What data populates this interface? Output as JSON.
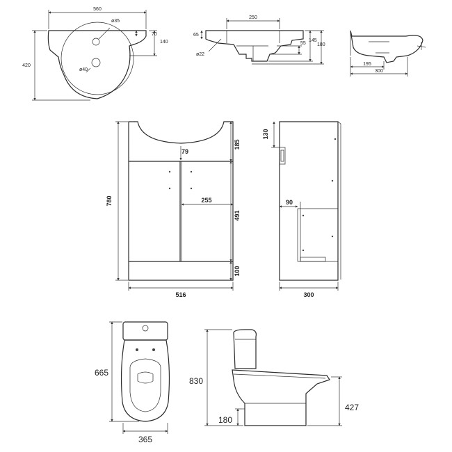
{
  "basin_plan": {
    "width": "560",
    "depth": "420",
    "tap_hole_dia": "ø35",
    "waste_dia": "ø40",
    "dim_70": "70",
    "dim_140": "140"
  },
  "basin_front": {
    "width": "250",
    "dim_65": "65",
    "dia": "ø22",
    "dim_55": "55",
    "dim_145": "145",
    "dim_180": "180"
  },
  "basin_side": {
    "dim_195": "195",
    "depth": "300"
  },
  "vanity_front": {
    "height": "780",
    "top_gap": "185",
    "door_gap": "79",
    "door_width": "255",
    "door_height": "491",
    "plinth": "100",
    "width": "516"
  },
  "vanity_side": {
    "dim_130": "130",
    "dim_90": "90",
    "depth": "300"
  },
  "toilet_plan": {
    "depth": "665",
    "width": "365"
  },
  "toilet_side": {
    "height": "830",
    "pan_height": "427",
    "waste_height": "180"
  }
}
